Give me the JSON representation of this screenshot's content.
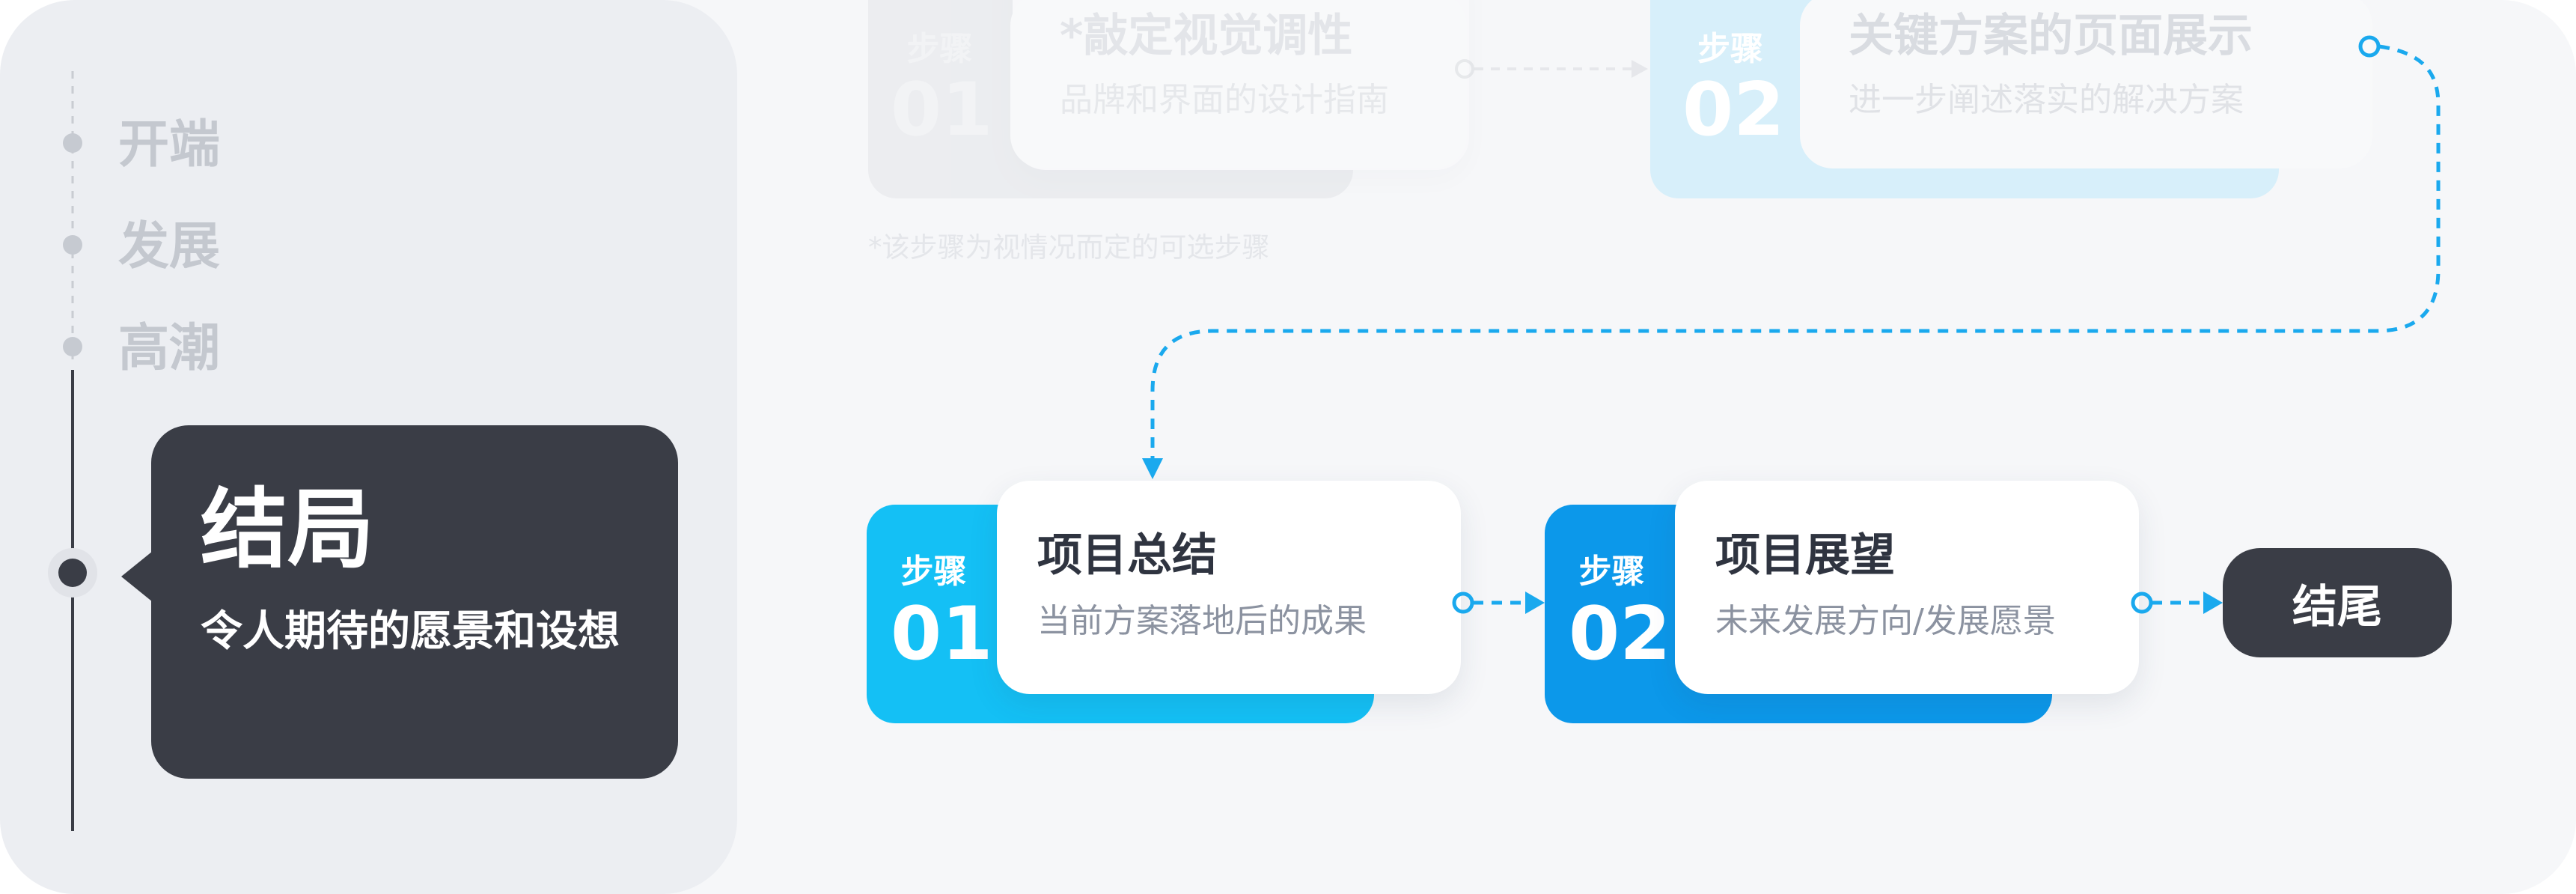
{
  "timeline": {
    "stages": [
      {
        "label": "开端"
      },
      {
        "label": "发展"
      },
      {
        "label": "高潮"
      }
    ],
    "current": {
      "title": "结局",
      "description": "令人期待的愿景和设想"
    }
  },
  "upper_flow": {
    "step1": {
      "tag": "步骤",
      "number": "01",
      "title": "*敲定视觉调性",
      "subtitle": "品牌和界面的设计指南"
    },
    "step2": {
      "tag": "步骤",
      "number": "02",
      "title": "关键方案的页面展示",
      "subtitle": "进一步阐述落实的解决方案"
    },
    "note": "*该步骤为视情况而定的可选步骤"
  },
  "lower_flow": {
    "step1": {
      "tag": "步骤",
      "number": "01",
      "title": "项目总结",
      "subtitle": "当前方案落地后的成果"
    },
    "step2": {
      "tag": "步骤",
      "number": "02",
      "title": "项目展望",
      "subtitle": "未来发展方向/发展愿景"
    },
    "end_label": "结尾"
  },
  "colors": {
    "step1_blue": "#14c0f5",
    "step2_blue": "#0c98ea",
    "connector_blue": "#1aa9ee",
    "dark": "#3a3d46",
    "faded_step2_bg": "#d7effa"
  }
}
